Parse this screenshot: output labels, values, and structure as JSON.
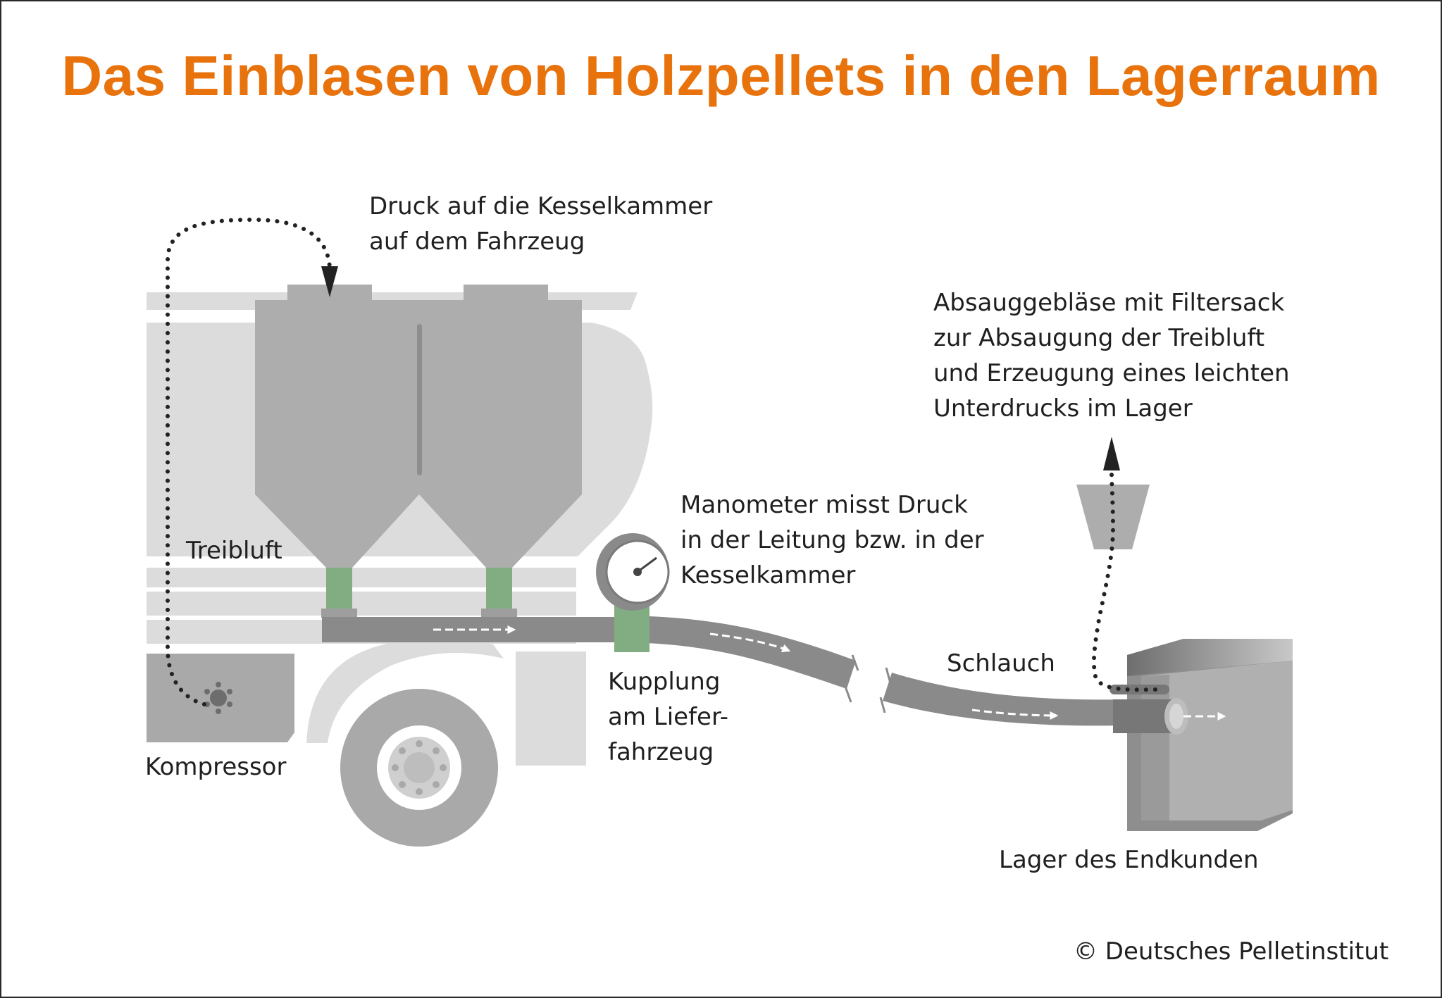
{
  "title": "Das Einblasen von Holzpellets in den Lagerraum",
  "labels": {
    "druck": [
      "Druck auf die Kesselkammer",
      "auf dem Fahrzeug"
    ],
    "treibluft": "Treibluft",
    "kompressor": "Kompressor",
    "manometer": [
      "Manometer misst Druck",
      "in der Leitung bzw. in der",
      "Kesselkammer"
    ],
    "kupplung": [
      "Kupplung",
      "am Liefer-",
      "fahrzeug"
    ],
    "schlauch": "Schlauch",
    "absaug": [
      "Absauggebläse mit Filtersack",
      "zur Absaugung der Treibluft",
      "und Erzeugung eines leichten",
      "Unterdrucks im Lager"
    ],
    "lager": "Lager des Endkunden"
  },
  "copyright": "© Deutsches Pelletinstitut",
  "colors": {
    "title": "#e8720c",
    "truck_light": "#dcdcdc",
    "tank": "#adadad",
    "pipe": "#8a8a8a",
    "coupling": "#82ad82",
    "dotted_line": "#222222"
  }
}
